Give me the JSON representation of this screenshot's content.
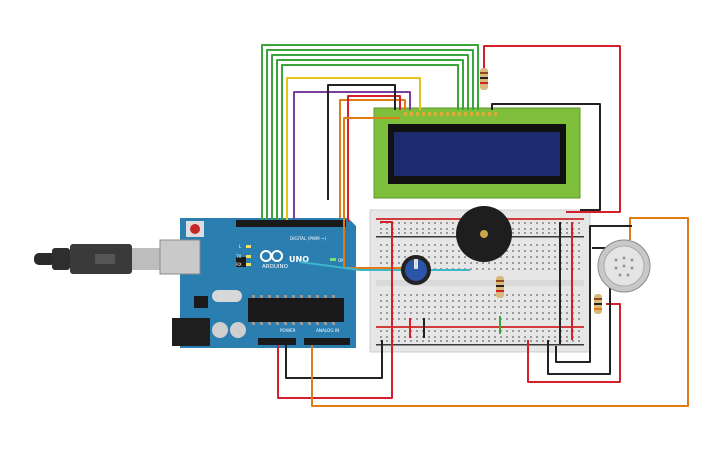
{
  "labels": {
    "board_brand": "ARDUINO",
    "board_model": "UNO",
    "digital_header": "DIGITAL (PWM ~)",
    "power_header": "POWER",
    "analog_header": "ANALOG IN",
    "on_led": "ON",
    "led_l": "L",
    "led_tx": "TX",
    "led_rx": "RX"
  },
  "colors": {
    "wire_green": "#3aa63a",
    "wire_yellow": "#e8c21a",
    "wire_purple": "#7b3fa0",
    "wire_orange": "#e07b16",
    "wire_red": "#d4202a",
    "wire_black": "#222222",
    "wire_cyan": "#3fb5c9",
    "board_blue": "#2a7fb0",
    "lcd_green": "#7fbf3c",
    "lcd_screen": "#1c2b6e"
  }
}
